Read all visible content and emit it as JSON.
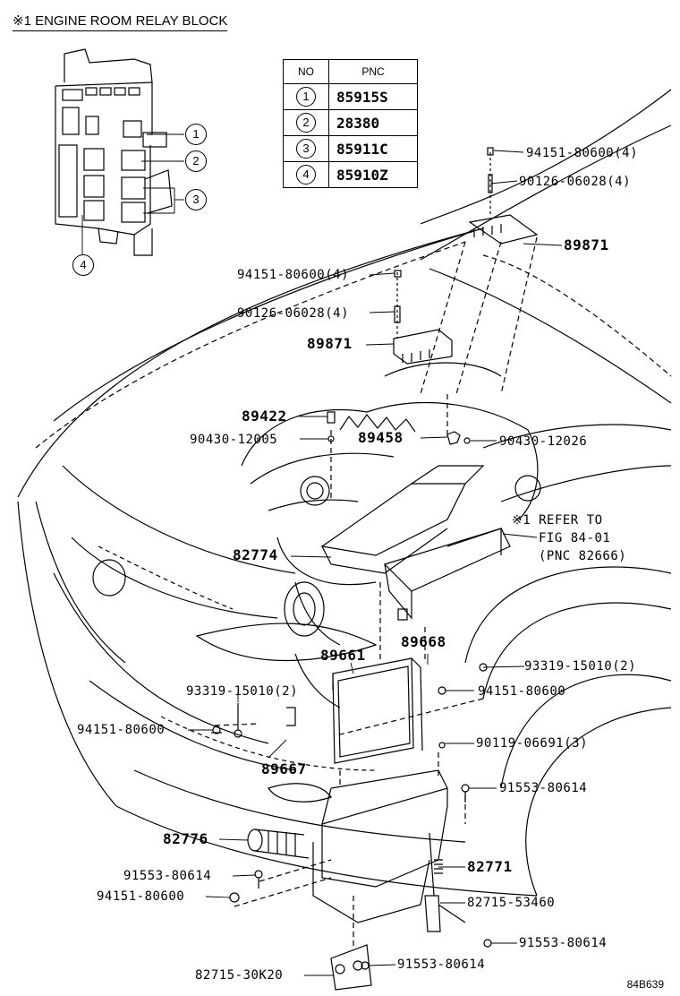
{
  "inset": {
    "title": "※1 ENGINE ROOM RELAY BLOCK",
    "callouts": [
      "1",
      "2",
      "3",
      "4"
    ]
  },
  "pnc_table": {
    "headers": [
      "NO",
      "PNC"
    ],
    "rows": [
      {
        "no": "1",
        "pnc": "85915S"
      },
      {
        "no": "2",
        "pnc": "28380"
      },
      {
        "no": "3",
        "pnc": "85911C"
      },
      {
        "no": "4",
        "pnc": "85910Z"
      }
    ]
  },
  "labels": {
    "l01": "94151-80600(4)",
    "l02": "90126-06028(4)",
    "l03": "89871",
    "l04": "94151-80600(4)",
    "l05": "90126-06028(4)",
    "l06": "89871",
    "l07": "89422",
    "l08": "90430-12005",
    "l09": "89458",
    "l10": "90430-12026",
    "l11": "※1 REFER TO",
    "l12": "FIG 84-01",
    "l13": "(PNC 82666)",
    "l14": "82774",
    "l15": "89661",
    "l16": "89668",
    "l17": "93319-15010(2)",
    "l18": "93319-15010(2)",
    "l19": "94151-80600",
    "l20": "94151-80600",
    "l21": "90119-06691(3)",
    "l22": "89667",
    "l23": "91553-80614",
    "l24": "82776",
    "l25": "82771",
    "l26": "91553-80614",
    "l27": "94151-80600",
    "l28": "82715-53460",
    "l29": "91553-80614",
    "l30": "82715-30K20",
    "l31": "91553-80614"
  },
  "figure_code": "84B639"
}
